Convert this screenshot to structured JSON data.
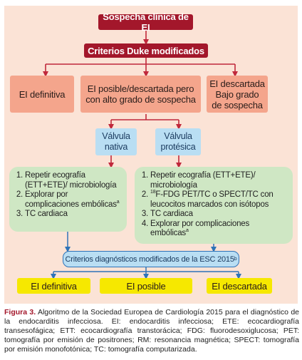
{
  "top": {
    "suspicion": "Sospecha clínica de EI",
    "duke": "Criterios Duke modificados"
  },
  "categories": {
    "definite": "EI definitiva",
    "possible": "EI posible/descartada pero con alto grado de sospecha",
    "rejected_line1": "EI descartada",
    "rejected_line2": "Bajo grado de sospecha"
  },
  "valves": {
    "native_line1": "Válvula",
    "native_line2": "nativa",
    "prosthetic_line1": "Válvula",
    "prosthetic_line2": "protésica"
  },
  "native_steps": [
    "Repetir ecografía (ETT+ETE)/ microbiología",
    "Explorar por complicaciones embólicas",
    "TC cardiaca"
  ],
  "native_step2_sup": "a",
  "prosthetic_steps": [
    "Repetir ecografía (ETT+ETE)/ microbiología",
    "F-FDG PET/TC o SPECT/TC con leucocitos marcados con isótopos",
    "TC cardiaca",
    "Explorar por complicaciones embólicas"
  ],
  "prosthetic_step2_sup": "18",
  "prosthetic_step4_sup": "a",
  "esc": {
    "label": "Criterios diagnósticos modificados de la ESC 2015",
    "sup": "b"
  },
  "outcomes": {
    "definite": "EI definitiva",
    "possible": "EI posible",
    "rejected": "EI descartada"
  },
  "caption": {
    "label": "Figura 3.",
    "text": " Algoritmo de la Sociedad Europea de Cardiología 2015 para el diagnóstico de la endocarditis infecciosa. EI: endocarditis infecciosa; ETE: ecocardiografía transesofágica; ETT: ecocardiografía transtorácica; FDG: fluorodesoxiglucosa; PET: tomografía por emisión de positrones; RM: resonancia magnética; SPECT: tomografía por emisión monofotónica; TC: tomografía computarizada."
  },
  "colors": {
    "dark_red": "#a3172b",
    "salmon": "#f4a58c",
    "blue": "#b9def3",
    "green": "#cfe7c4",
    "yellow": "#f6e800",
    "panel": "#fbe3d6"
  }
}
